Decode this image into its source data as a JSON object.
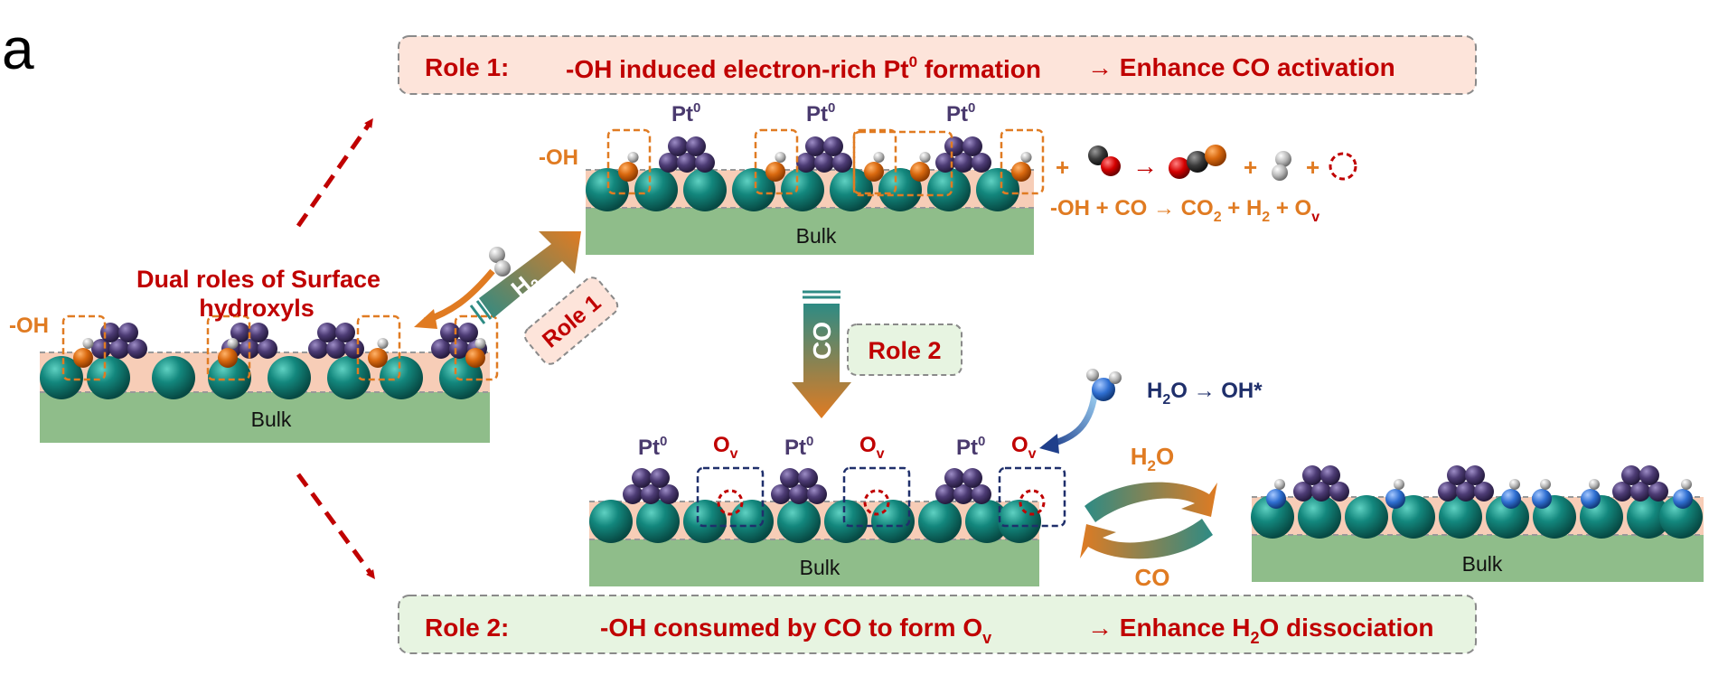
{
  "panel_label": "a",
  "role1_box": {
    "label": "Role 1:",
    "text": "-OH induced electron-rich Pt",
    "sup": "0",
    "text_end": " formation",
    "result": "→ Enhance CO activation"
  },
  "role2_box": {
    "label": "Role 2:",
    "text": "-OH consumed by CO to form O",
    "sub": "v",
    "result_pre": "→ Enhance H",
    "result_sub": "2",
    "result_post": "O dissociation"
  },
  "left_center": {
    "title_line1": "Dual roles of Surface",
    "title_line2": "hydroxyls",
    "oh_label": "-OH",
    "bulk_label": "Bulk"
  },
  "top_center": {
    "pt_label": "Pt",
    "pt_sup": "0",
    "oh_label": "-OH",
    "bulk_label": "Bulk",
    "reaction": {
      "part1": "-OH + CO → CO",
      "sub1": "2",
      "part2": " + H",
      "sub2": "2",
      "part3": " + O",
      "sub3": "v"
    },
    "plus": "+",
    "arrow": "→"
  },
  "arrows": {
    "h2_label": "H",
    "h2_sub": "2",
    "role1_tag": "Role 1",
    "co_label": "CO",
    "role2_tag": "Role 2"
  },
  "bottom_center": {
    "pt_label": "Pt",
    "pt_sup": "0",
    "ov_label": "O",
    "ov_sub": "v",
    "bulk_label": "Bulk",
    "water_reaction_pre": "H",
    "water_reaction_sub": "2",
    "water_reaction_post": "O → OH*"
  },
  "cycle": {
    "top_label_pre": "H",
    "top_label_sub": "2",
    "top_label_post": "O",
    "bottom_label": "CO"
  },
  "right_bottom": {
    "bulk_label": "Bulk"
  },
  "colors": {
    "dark_red": "#c00000",
    "orange": "#e07b22",
    "navy": "#1f2f6b",
    "pt_purple": "#4a3a6e",
    "teal": "#137a72",
    "bulk_green": "#8fbd8a",
    "surface_peach": "#f7cdb7",
    "role1_fill": "#fde4da",
    "role2_fill": "#e7f4e1"
  }
}
